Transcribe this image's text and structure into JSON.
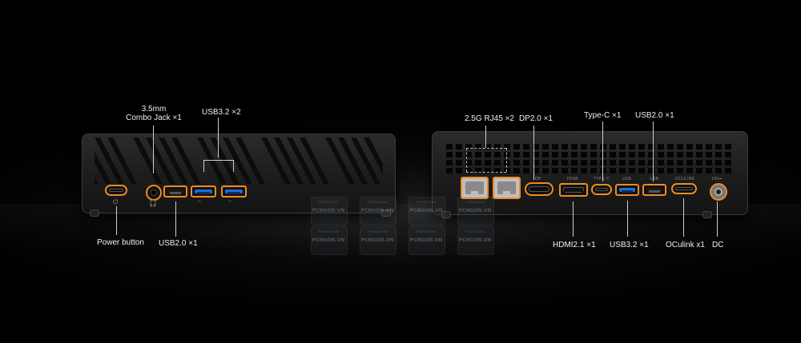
{
  "labels": {
    "combo_jack": [
      "3.5mm",
      "Combo Jack ×1"
    ],
    "usb32_front": "USB3.2  ×2",
    "power_button": "Power button",
    "usb20_front": "USB2.0  ×1",
    "rj45": "2.5G RJ45 ×2",
    "dp": "DP2.0 ×1",
    "typec": "Type-C ×1",
    "usb20_rear": "USB2.0 ×1",
    "hdmi": "HDMI2.1 ×1",
    "usb32_rear": "USB3.2 ×1",
    "oculink": "OCulink x1",
    "dc": "DC"
  },
  "watermark": {
    "text": "PCNGON.VN",
    "subtext": "PCNGON.VN"
  },
  "port_marks": {
    "dp": "DP",
    "hdmi": "HDMI",
    "typec": "TYPE-C",
    "usb": "USB",
    "oculink": "OCULINK",
    "dc": "19V⎓"
  },
  "colors": {
    "accent": "#f08a24",
    "usb3_blue": "#1e6fd8",
    "background": "#000000",
    "chassis": "#1c1c1c"
  },
  "icons": [
    "power-icon",
    "headphone-icon",
    "usb-icon"
  ]
}
